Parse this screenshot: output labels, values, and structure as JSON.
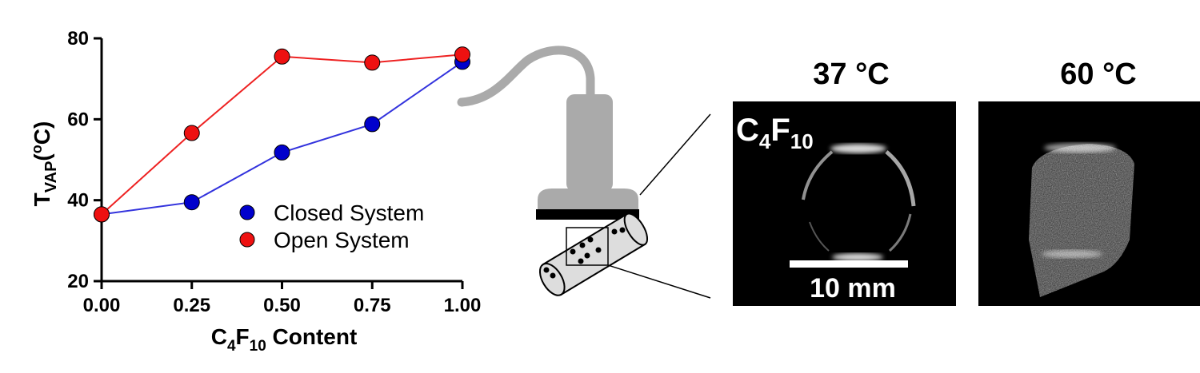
{
  "chart_data": {
    "type": "line",
    "x": [
      0.0,
      0.25,
      0.5,
      0.75,
      1.0
    ],
    "xticks": [
      "0.00",
      "0.25",
      "0.50",
      "0.75",
      "1.00"
    ],
    "yticks": [
      "20",
      "40",
      "60",
      "80"
    ],
    "xlim": [
      0,
      1
    ],
    "ylim": [
      20,
      80
    ],
    "xlabel": {
      "main": "C",
      "sub1": "4",
      "mid": "F",
      "sub2": "10",
      "tail": " Content"
    },
    "ylabel": {
      "main": "T",
      "sub": "VAP",
      "open": "(",
      "sup": "o",
      "close": "C)"
    },
    "legend_position": "center-right",
    "series": [
      {
        "name": "Closed System",
        "color": "#0000cc",
        "line_color": "#3333dd",
        "values": [
          36.5,
          39.5,
          51.8,
          58.8,
          74.2
        ]
      },
      {
        "name": "Open System",
        "color": "#ee1111",
        "line_color": "#ee2222",
        "values": [
          36.5,
          56.6,
          75.5,
          74.0,
          76.0
        ]
      }
    ]
  },
  "images": {
    "left_temp": "37 °C",
    "right_temp": "60 °C",
    "compound": {
      "main": "C",
      "sub1": "4",
      "mid": "F",
      "sub2": "10"
    },
    "scale_bar": "10 mm"
  },
  "colors": {
    "transducer": "#aaaaaa",
    "tube_fill": "#dddddd",
    "image_bg": "#000000"
  }
}
